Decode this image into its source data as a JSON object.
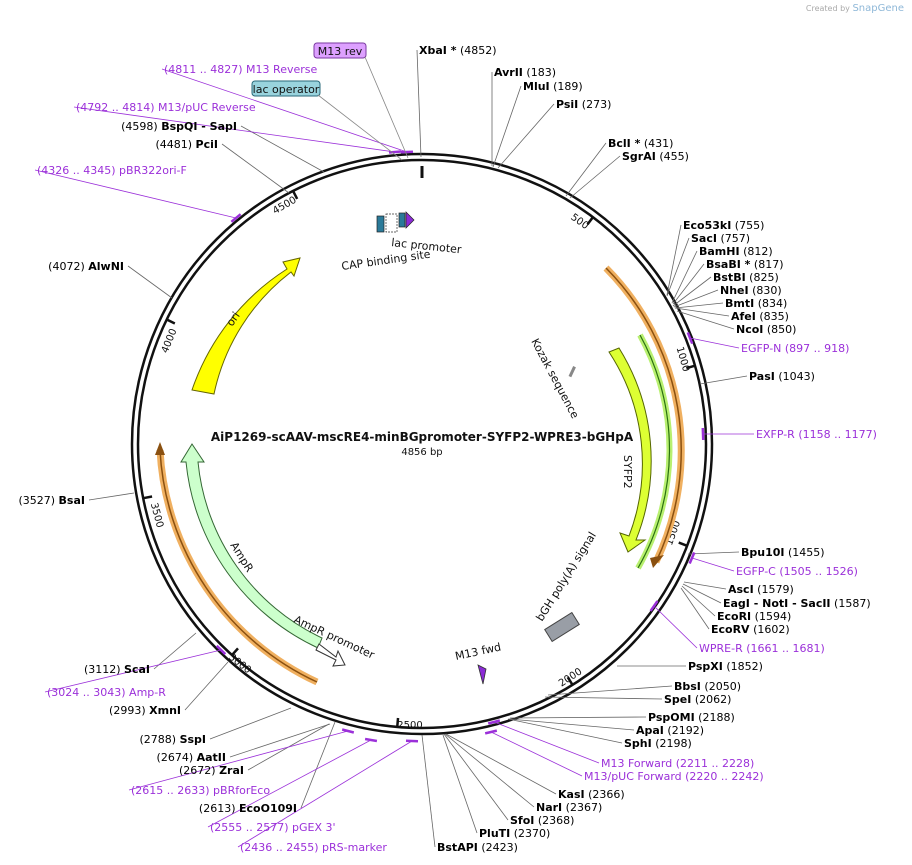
{
  "credit": {
    "prefix": "Created by",
    "brand": "SnapGene"
  },
  "plasmid": {
    "name": "AiP1269-scAAV-mscRE4-minBGpromoter-SYFP2-WPRE3-bGHpA",
    "size": "4856 bp"
  },
  "ticks": [
    "500",
    "1000",
    "1500",
    "2000",
    "2500",
    "3000",
    "3500",
    "4000",
    "4500"
  ],
  "enzymes": [
    {
      "name": "XbaI *",
      "pos": "(4852)"
    },
    {
      "name": "AvrII",
      "pos": "(183)"
    },
    {
      "name": "MluI",
      "pos": "(189)"
    },
    {
      "name": "PsiI",
      "pos": "(273)"
    },
    {
      "name": "BclI *",
      "pos": "(431)"
    },
    {
      "name": "SgrAI",
      "pos": "(455)"
    },
    {
      "name": "Eco53kI",
      "pos": "(755)"
    },
    {
      "name": "SacI",
      "pos": "(757)"
    },
    {
      "name": "BamHI",
      "pos": "(812)"
    },
    {
      "name": "BsaBI *",
      "pos": "(817)"
    },
    {
      "name": "BstBI",
      "pos": "(825)"
    },
    {
      "name": "NheI",
      "pos": "(830)"
    },
    {
      "name": "BmtI",
      "pos": "(834)"
    },
    {
      "name": "AfeI",
      "pos": "(835)"
    },
    {
      "name": "NcoI",
      "pos": "(850)"
    },
    {
      "name": "PasI",
      "pos": "(1043)"
    },
    {
      "name": "Bpu10I",
      "pos": "(1455)"
    },
    {
      "name": "AscI",
      "pos": "(1579)"
    },
    {
      "name": "EagI - NotI - SacII",
      "pos": "(1587)"
    },
    {
      "name": "EcoRI",
      "pos": "(1594)"
    },
    {
      "name": "EcoRV",
      "pos": "(1602)"
    },
    {
      "name": "PspXI",
      "pos": "(1852)"
    },
    {
      "name": "BbsI",
      "pos": "(2050)"
    },
    {
      "name": "SpeI",
      "pos": "(2062)"
    },
    {
      "name": "PspOMI",
      "pos": "(2188)"
    },
    {
      "name": "ApaI",
      "pos": "(2192)"
    },
    {
      "name": "SphI",
      "pos": "(2198)"
    },
    {
      "name": "KasI",
      "pos": "(2366)"
    },
    {
      "name": "NarI",
      "pos": "(2367)"
    },
    {
      "name": "SfoI",
      "pos": "(2368)"
    },
    {
      "name": "PluTI",
      "pos": "(2370)"
    },
    {
      "name": "BstAPI",
      "pos": "(2423)"
    },
    {
      "name": "EcoO109I",
      "pos": "(2613)"
    },
    {
      "name": "ZraI",
      "pos": "(2672)"
    },
    {
      "name": "AatII",
      "pos": "(2674)"
    },
    {
      "name": "SspI",
      "pos": "(2788)"
    },
    {
      "name": "XmnI",
      "pos": "(2993)"
    },
    {
      "name": "ScaI",
      "pos": "(3112)"
    },
    {
      "name": "BsaI",
      "pos": "(3527)"
    },
    {
      "name": "AlwNI",
      "pos": "(4072)"
    },
    {
      "name": "PciI",
      "pos": "(4481)"
    },
    {
      "name": "BspQI - SapI",
      "pos": "(4598)"
    }
  ],
  "primers": [
    {
      "name": "EGFP-N",
      "range": "(897 .. 918)"
    },
    {
      "name": "EXFP-R",
      "range": "(1158 .. 1177)"
    },
    {
      "name": "EGFP-C",
      "range": "(1505 .. 1526)"
    },
    {
      "name": "WPRE-R",
      "range": "(1661 .. 1681)"
    },
    {
      "name": "M13 Forward",
      "range": "(2211 .. 2228)"
    },
    {
      "name": "M13/pUC Forward",
      "range": "(2220 .. 2242)"
    },
    {
      "name": "pGEX 3'",
      "range": "(2555 .. 2577)"
    },
    {
      "name": "pBRforEco",
      "range": "(2615 .. 2633)"
    },
    {
      "name": "pRS-marker",
      "range": "(2436 .. 2455)"
    },
    {
      "name": "Amp-R",
      "range": "(3024 .. 3043)"
    },
    {
      "name": "pBR322ori-F",
      "range": "(4326 .. 4345)"
    },
    {
      "name": "M13/pUC Reverse",
      "range": "(4792 .. 4814)"
    },
    {
      "name": "M13 Reverse",
      "range": "(4811 .. 4827)"
    }
  ],
  "features": {
    "ori": "ori",
    "ampr": "AmpR",
    "ampr_promoter": "AmpR promoter",
    "syfp2": "SYFP2",
    "kozak": "Kozak sequence",
    "bgh": "bGH poly(A) signal",
    "m13fwd": "M13 fwd",
    "lac_promoter": "lac promoter",
    "cap": "CAP binding site",
    "m13rev_box": "M13 rev",
    "lac_operator_box": "lac operator"
  },
  "colors": {
    "enzyme": "#000000",
    "primer": "#9b30d9",
    "ori": "#ffff00",
    "ampr": "#ccffcc",
    "syfp2": "#ddff33",
    "orange_track": "#f0a030",
    "bgh": "#999ea6",
    "m13_box": "#dda0ff",
    "lac_operator_box": "#99d3dd"
  }
}
